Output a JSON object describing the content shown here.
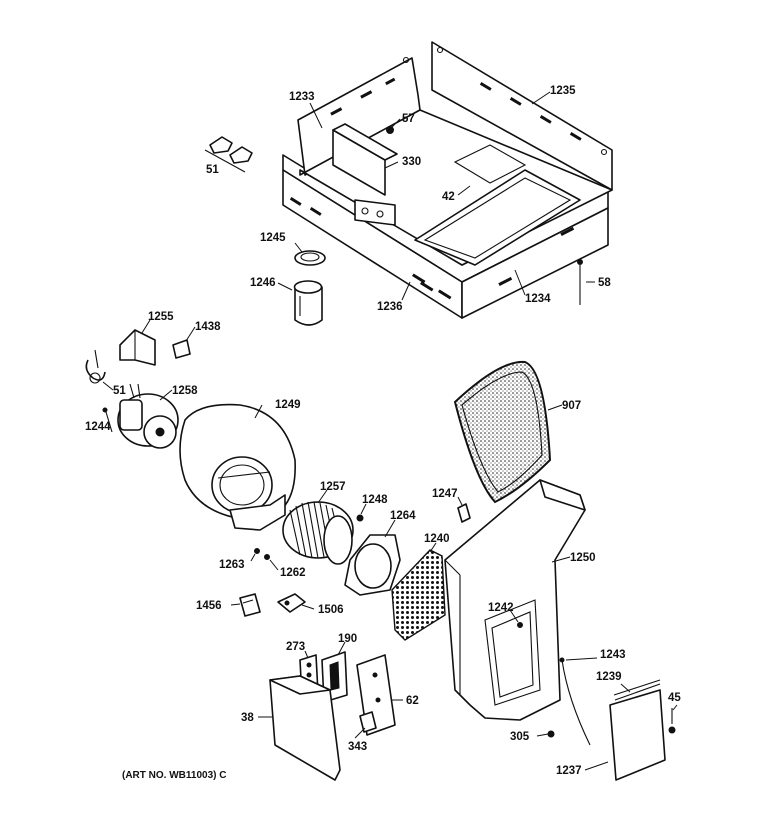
{
  "part_labels": {
    "p1233": "1233",
    "p1235": "1235",
    "p57": "57",
    "p330": "330",
    "p51_top": "51",
    "p42": "42",
    "p1245": "1245",
    "p1246": "1246",
    "p1236": "1236",
    "p1234": "1234",
    "p58": "58",
    "p1255": "1255",
    "p1438": "1438",
    "p51_mid": "51",
    "p1258": "1258",
    "p1244": "1244",
    "p1249": "1249",
    "p907": "907",
    "p1247": "1247",
    "p1257": "1257",
    "p1248": "1248",
    "p1264": "1264",
    "p1240": "1240",
    "p1250": "1250",
    "p1263": "1263",
    "p1262": "1262",
    "p1456": "1456",
    "p1506": "1506",
    "p1242": "1242",
    "p273": "273",
    "p190": "190",
    "p1243": "1243",
    "p1239": "1239",
    "p45": "45",
    "p62": "62",
    "p38": "38",
    "p343": "343",
    "p305": "305",
    "p1237": "1237"
  },
  "art_number": "(ART NO. WB11003) C"
}
